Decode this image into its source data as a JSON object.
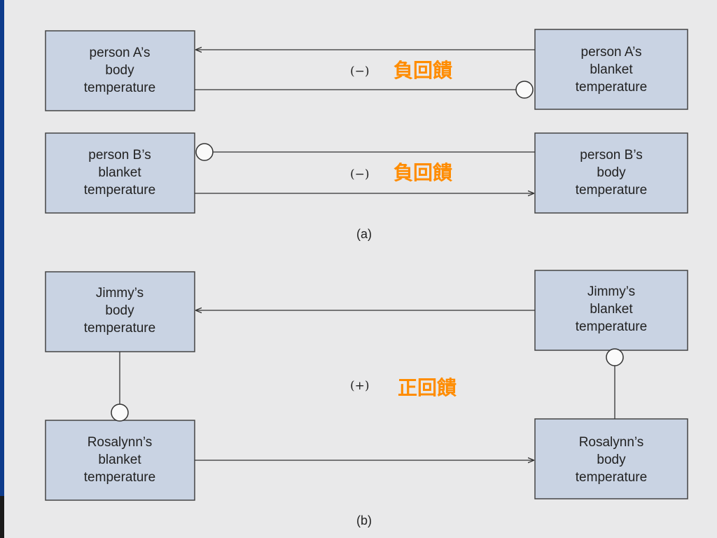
{
  "colors": {
    "box_fill": "#c9d3e3",
    "annotation": "#ff8c00",
    "left_edge_bar": "#0e3c8c"
  },
  "panel_a": {
    "caption": "(a)",
    "row1": {
      "left_box": [
        "person A’s",
        "body",
        "temperature"
      ],
      "right_box": [
        "person A’s",
        "blanket",
        "temperature"
      ],
      "sign": "(−)",
      "label": "負回饋"
    },
    "row2": {
      "left_box": [
        "person B’s",
        "blanket",
        "temperature"
      ],
      "right_box": [
        "person B’s",
        "body",
        "temperature"
      ],
      "sign": "(−)",
      "label": "負回饋"
    }
  },
  "panel_b": {
    "caption": "(b)",
    "top_left_box": [
      "Jimmy’s",
      "body",
      "temperature"
    ],
    "top_right_box": [
      "Jimmy’s",
      "blanket",
      "temperature"
    ],
    "bottom_left_box": [
      "Rosalynn’s",
      "blanket",
      "temperature"
    ],
    "bottom_right_box": [
      "Rosalynn’s",
      "body",
      "temperature"
    ],
    "sign": "(+)",
    "label": "正回饋"
  }
}
